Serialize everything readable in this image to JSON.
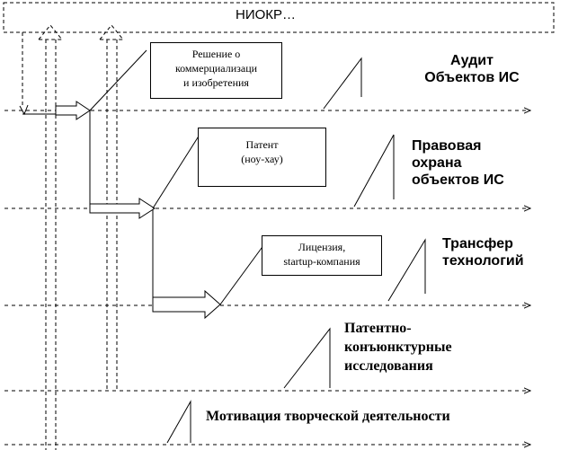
{
  "header": {
    "title": "НИОКР…"
  },
  "boxes": {
    "decision": {
      "line1": "Решение о",
      "line2": "коммерциализаци",
      "line3": "и изобретения"
    },
    "patent": {
      "line1": "Патент",
      "line2": "(ноу-хау)"
    },
    "license": {
      "line1": "Лицензия,",
      "line2": "startup-компания"
    }
  },
  "stages": {
    "audit": {
      "line1": "Аудит",
      "line2": "Объектов ИС"
    },
    "legal": {
      "line1": "Правовая",
      "line2": "охрана",
      "line3": "объектов ИС"
    },
    "transfer": {
      "line1": "Трансфер",
      "line2": "технологий"
    },
    "research": {
      "line1": "Патентно-",
      "line2": "конъюнктурные",
      "line3": "исследования"
    },
    "motivation": {
      "line1": "Мотивация творческой деятельности"
    }
  }
}
